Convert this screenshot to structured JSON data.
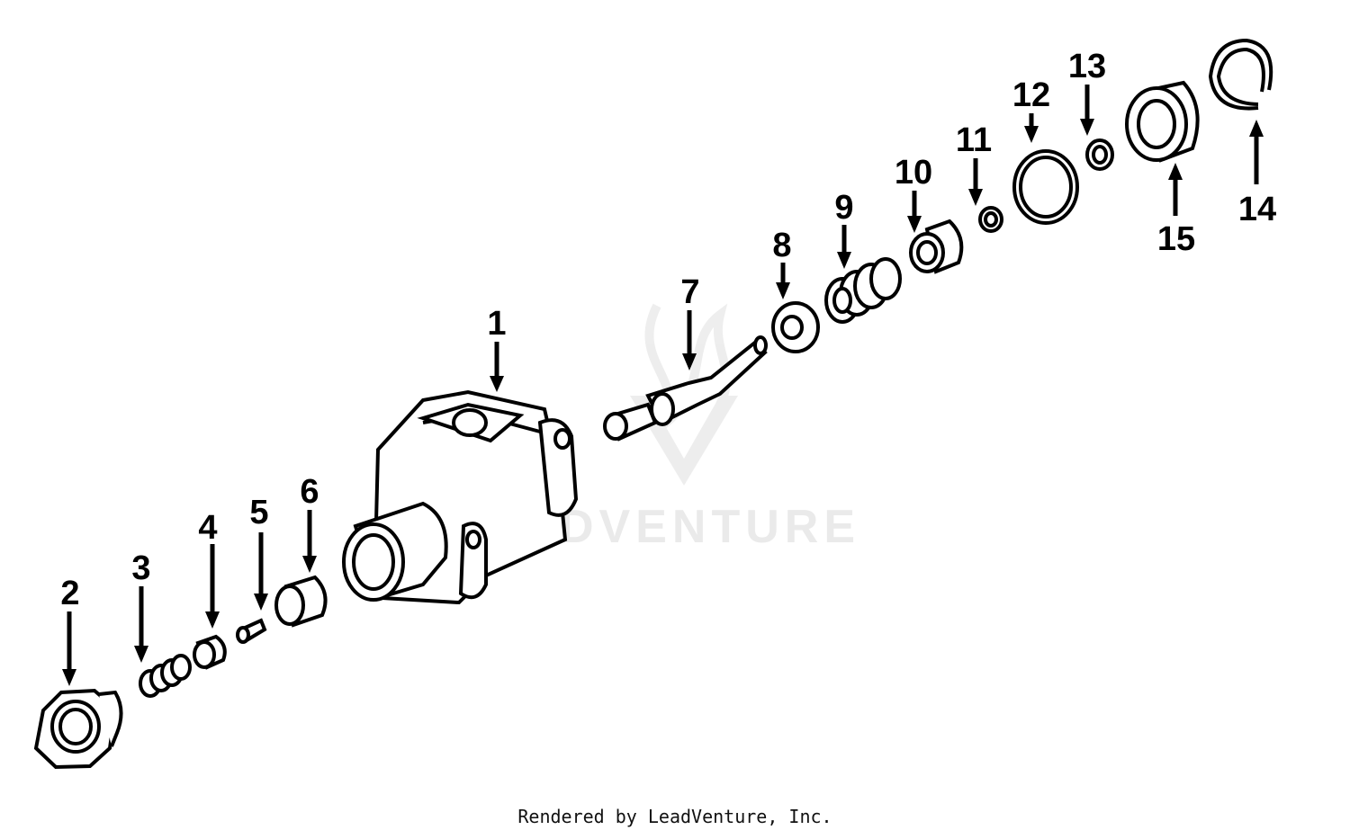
{
  "watermark": {
    "brand": "LEADVENTURE"
  },
  "footer": {
    "text": "Rendered by LeadVenture, Inc."
  },
  "callouts": [
    {
      "label": "1"
    },
    {
      "label": "2"
    },
    {
      "label": "3"
    },
    {
      "label": "4"
    },
    {
      "label": "5"
    },
    {
      "label": "6"
    },
    {
      "label": "7"
    },
    {
      "label": "8"
    },
    {
      "label": "9"
    },
    {
      "label": "10"
    },
    {
      "label": "11"
    },
    {
      "label": "12"
    },
    {
      "label": "13"
    },
    {
      "label": "14"
    },
    {
      "label": "15"
    }
  ],
  "colors": {
    "line": "#000000",
    "background": "#ffffff",
    "watermark": "#e8e8e8"
  }
}
